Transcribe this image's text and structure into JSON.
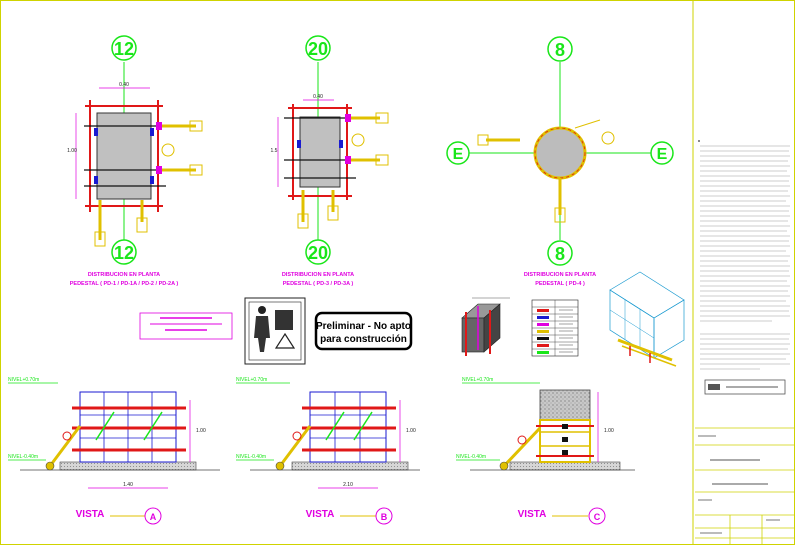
{
  "sheet": {
    "plans": [
      {
        "top_axis": "12",
        "bottom_axis": "12",
        "title_line1": "DISTRIBUCION EN PLANTA",
        "title_line2": "PEDESTAL ( PD-1 / PD-1A / PD-2 / PD-2A )",
        "dim_top": "0.40",
        "dim_side": "1.00"
      },
      {
        "top_axis": "20",
        "bottom_axis": "20",
        "title_line1": "DISTRIBUCION EN PLANTA",
        "title_line2": "PEDESTAL ( PD-3 / PD-3A )",
        "dim_top": "0.40",
        "dim_side": "1.5"
      },
      {
        "top_axis": "8",
        "bottom_axis": "8",
        "left_axis": "E",
        "right_axis": "E",
        "title_line1": "DISTRIBUCION EN PLANTA",
        "title_line2": "PEDESTAL ( PD-4 )"
      }
    ],
    "stamp": {
      "line1": "Preliminar - No apto",
      "line2": "para construcción"
    },
    "elevations": [
      {
        "title": "VISTA",
        "marker": "A",
        "level_top": "NIVEL+0.70m",
        "level_bottom": "NIVEL-0.40m",
        "dim_bottom": "1.40",
        "dim_right": "1.00"
      },
      {
        "title": "VISTA",
        "marker": "B",
        "level_top": "NIVEL+0.70m",
        "level_bottom": "NIVEL-0.40m",
        "dim_bottom": "2.10",
        "dim_right": "1.00"
      },
      {
        "title": "VISTA",
        "marker": "C",
        "level_top": "NIVEL+0.70m",
        "level_bottom": "NIVEL-0.40m",
        "dim_right": "1.00"
      }
    ]
  },
  "colors": {
    "green": "#19e619",
    "magenta": "#e000e0",
    "red": "#e01818",
    "yellow": "#e0c000",
    "blue": "#1a1ad0",
    "concrete": "#b4b4b4"
  }
}
